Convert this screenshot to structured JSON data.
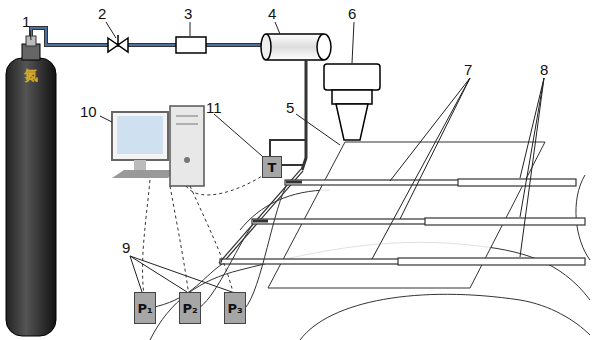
{
  "diagram": {
    "nodes": [
      {
        "text": [
          "T"
        ]
      },
      {
        "text": [
          "P₁"
        ]
      },
      {
        "text": [
          "P₂"
        ]
      },
      {
        "text": [
          "P₃"
        ]
      }
    ],
    "labels": [
      "1",
      "2",
      "3",
      "4",
      "5",
      "6",
      "7",
      "8",
      "9",
      "10",
      "11",
      "氮"
    ]
  }
}
